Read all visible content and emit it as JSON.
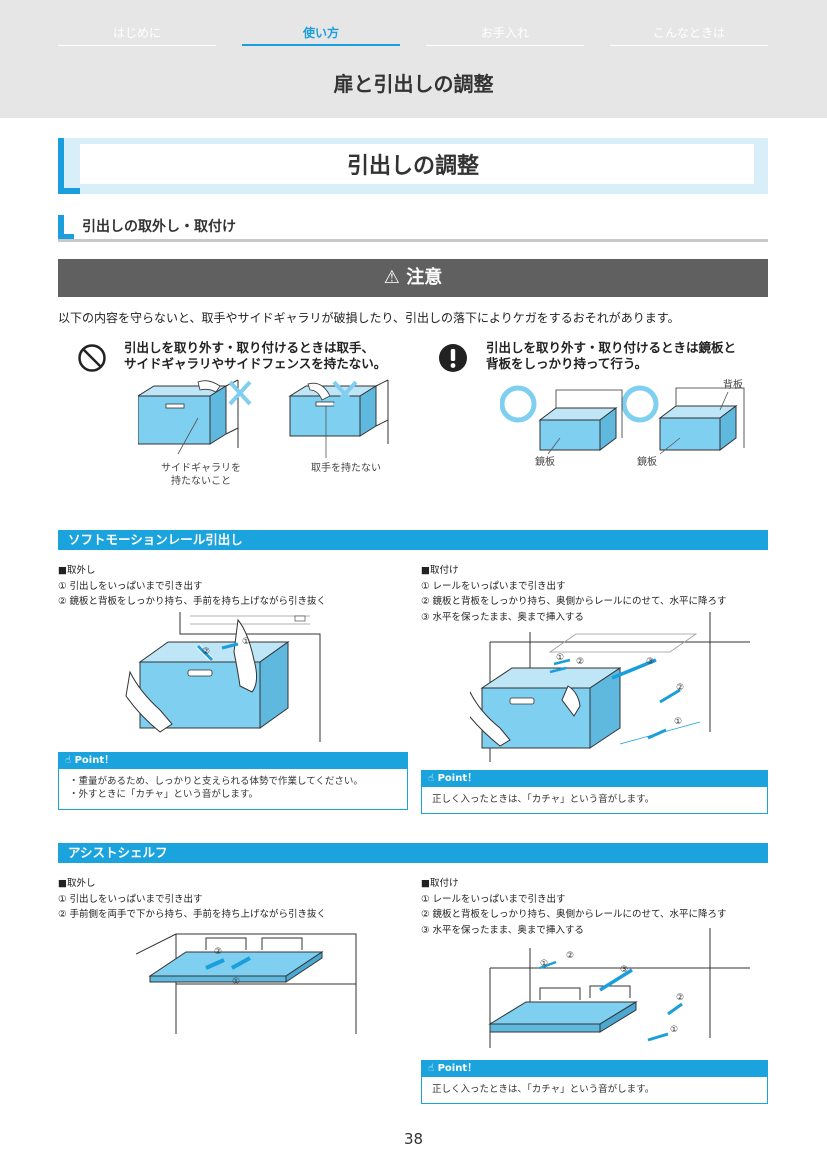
{
  "nav": {
    "tabs": [
      "はじめに",
      "使い方",
      "お手入れ",
      "こんなときは"
    ],
    "active": "使い方"
  },
  "page_title": "扉と引出しの調整",
  "section_title": "引出しの調整",
  "subsection_title": "引出しの取外し・取付け",
  "caution": {
    "label": "注意",
    "intro": "以下の内容を守らないと、取手やサイドギャラリが破損したり、引出しの落下によりケガをするおそれがあります。",
    "prohibit": {
      "line1": "引出しを取り外す・取り付けるときは取手、",
      "line2": "サイドギャラリやサイドフェンスを持たない。",
      "cap1_line1": "サイドギャラリを",
      "cap1_line2": "持たないこと",
      "cap2": "取手を持たない"
    },
    "mandatory": {
      "line1": "引出しを取り外す・取り付けるときは鏡板と",
      "line2": "背板をしっかり持って行う。",
      "label_back": "背板",
      "label_front1": "鏡板",
      "label_front2": "鏡板"
    }
  },
  "soft": {
    "title": "ソフトモーションレール引出し",
    "remove": {
      "heading": "■取外し",
      "step1": "① 引出しをいっぱいまで引き出す",
      "step2": "② 鏡板と背板をしっかり持ち、手前を持ち上げながら引き抜く"
    },
    "install": {
      "heading": "■取付け",
      "step1": "① レールをいっぱいまで引き出す",
      "step2": "② 鏡板と背板をしっかり持ち、奥側からレールにのせて、水平に降ろす",
      "step3": "③ 水平を保ったまま、奥まで挿入する"
    },
    "point_left": {
      "title": "Point！",
      "line1": "・重量があるため、しっかりと支えられる体勢で作業してください。",
      "line2": "・外すときに「カチャ」という音がします。"
    },
    "point_right": {
      "title": "Point！",
      "line1": "正しく入ったときは、「カチャ」という音がします。"
    }
  },
  "assist": {
    "title": "アシストシェルフ",
    "remove": {
      "heading": "■取外し",
      "step1": "① 引出しをいっぱいまで引き出す",
      "step2": "② 手前側を両手で下から持ち、手前を持ち上げながら引き抜く"
    },
    "install": {
      "heading": "■取付け",
      "step1": "① レールをいっぱいまで引き出す",
      "step2": "② 鏡板と背板をしっかり持ち、奥側からレールにのせて、水平に降ろす",
      "step3": "③ 水平を保ったまま、奥まで挿入する"
    },
    "point_right": {
      "title": "Point！",
      "line1": "正しく入ったときは、「カチャ」という音がします。"
    }
  },
  "page_number": "38",
  "colors": {
    "accent": "#1aa3dc",
    "drawer": "#7fcff0",
    "caution_bg": "#606060",
    "header_bg": "#e6e6e6"
  }
}
